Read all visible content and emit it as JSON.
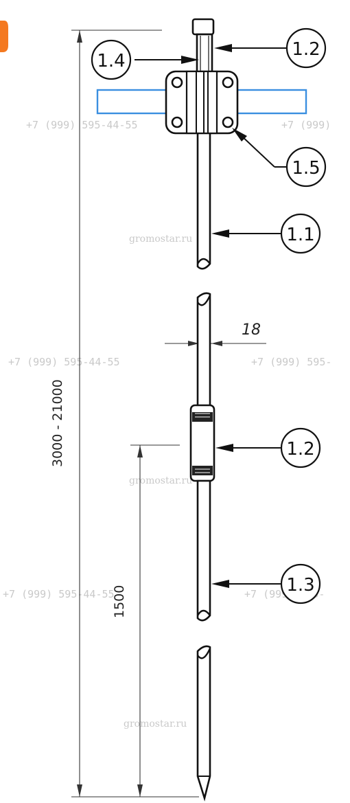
{
  "callouts": {
    "c_1_1": "1.1",
    "c_1_2_top": "1.2",
    "c_1_2_mid": "1.2",
    "c_1_3": "1.3",
    "c_1_4": "1.4",
    "c_1_5": "1.5"
  },
  "dimensions": {
    "overall_length": "3000 - 21000",
    "lower_length": "1500",
    "rod_diameter": "18"
  },
  "watermarks": {
    "phone_left_1": "+7 (999) 595-44-55",
    "phone_right_1": "+7 (999)",
    "phone_left_2": "+7 (999) 595-44-55",
    "phone_right_2": "+7 (999) 595-",
    "phone_left_3": "+7 (999) 595-44-55",
    "phone_right_3": "+7 (999) 595-",
    "site_1": "gromostar.ru",
    "site_2": "gromostar.ru",
    "site_3": "gromostar.ru"
  },
  "colors": {
    "brand_orange": "#f47920",
    "bracket_blue": "#3a8fe0",
    "watermark_gray": "#c9c9c9",
    "line": "#111111"
  }
}
